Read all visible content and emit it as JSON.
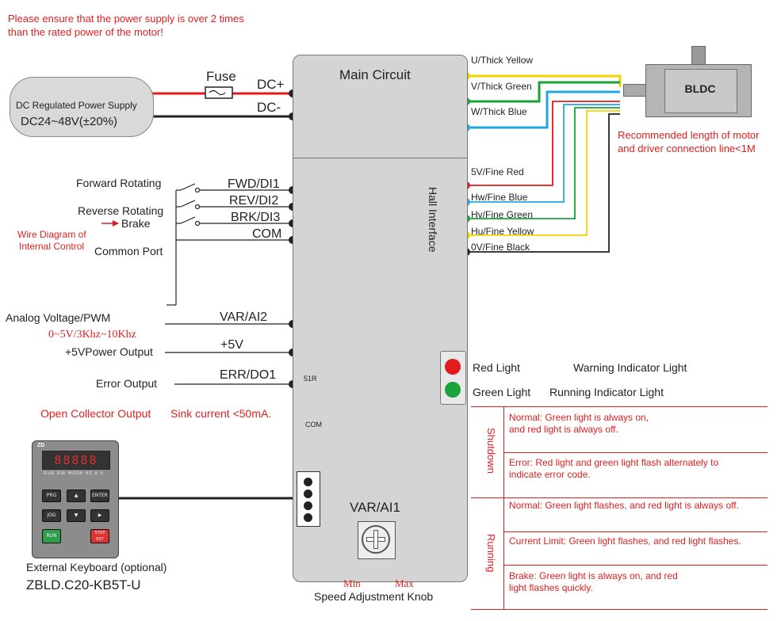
{
  "notes": {
    "power_note_line1": "Please ensure that the power supply is over 2 times",
    "power_note_line2": "than the rated power of the motor!",
    "motor_note_line1": "Recommended length of motor",
    "motor_note_line2": "and driver connection line<1M"
  },
  "power_supply": {
    "line1": "DC Regulated Power Supply",
    "line2": "DC24~48V(±20%)",
    "fuse": "Fuse",
    "dc_plus": "DC+",
    "dc_minus": "DC-"
  },
  "driver": {
    "main_circuit": "Main Circuit",
    "hall_interface": "Hall Interface",
    "var_ai1": "VAR/AI1"
  },
  "motor": {
    "label": "BLDC",
    "u": "U/Thick Yellow",
    "v": "V/Thick Green",
    "w": "W/Thick Blue"
  },
  "hall": {
    "v5": "5V/Fine Red",
    "hw": "Hw/Fine Blue",
    "hv": "Hv/Fine Green",
    "hu": "Hu/Fine Yellow",
    "v0": "0V/Fine Black"
  },
  "control": {
    "forward": "Forward Rotating",
    "reverse": "Reverse Rotating",
    "brake": "Brake",
    "wire_diagram_line1": "Wire Diagram of",
    "wire_diagram_line2": "Internal Control",
    "common_port": "Common Port",
    "fwd": "FWD/DI1",
    "rev": "REV/DI2",
    "brk": "BRK/DI3",
    "com": "COM"
  },
  "analog": {
    "label": "Analog Voltage/PWM",
    "range": "0~5V/3Khz~10Khz",
    "var_ai2": "VAR/AI2",
    "power_out": "+5VPower Output",
    "plus5v": "+5V",
    "error_out": "Error Output",
    "err": "ERR/DO1",
    "resistor": "51R",
    "com_small": "COM",
    "open_collector": "Open Collector Output",
    "sink": "Sink current <50mA."
  },
  "indicator": {
    "red_light": "Red Light",
    "green_light": "Green Light",
    "warning": "Warning Indicator Light",
    "running": "Running Indicator Light",
    "colors": {
      "red": "#e21c1c",
      "green": "#1aa33a"
    }
  },
  "states": {
    "shutdown": "Shutdown",
    "running": "Running",
    "rows": [
      {
        "line1": "Normal: Green light is always on,",
        "line2": "and red light is always off."
      },
      {
        "line1": "Error: Red light and green light flash alternately to",
        "line2": "indicate error code."
      },
      {
        "line1": "Normal: Green light flashes, and red light is always off.",
        "line2": ""
      },
      {
        "line1": "Current Limit: Green light flashes, and red light flashes.",
        "line2": ""
      },
      {
        "line1": "Brake: Green light is always on, and red",
        "line2": "light flashes quickly."
      }
    ]
  },
  "keyboard": {
    "label": "External Keyboard (optional)",
    "model": "ZBLD.C20-KB5T-U",
    "display": "88888",
    "logo": "ZD",
    "leds": "RUN DIR MODE HZ A V",
    "buttons": [
      "PRG",
      "▲",
      "ENTER",
      "JOG",
      "▼",
      "▶",
      "RUN",
      "STOP RST"
    ]
  },
  "knob": {
    "min": "Min",
    "max": "Max",
    "label": "Speed Adjustment Knob"
  },
  "wire_colors": {
    "yellow": "#f2d600",
    "green": "#1aa33a",
    "blue": "#23a7e0",
    "red": "#e21c1c",
    "black": "#222222"
  }
}
